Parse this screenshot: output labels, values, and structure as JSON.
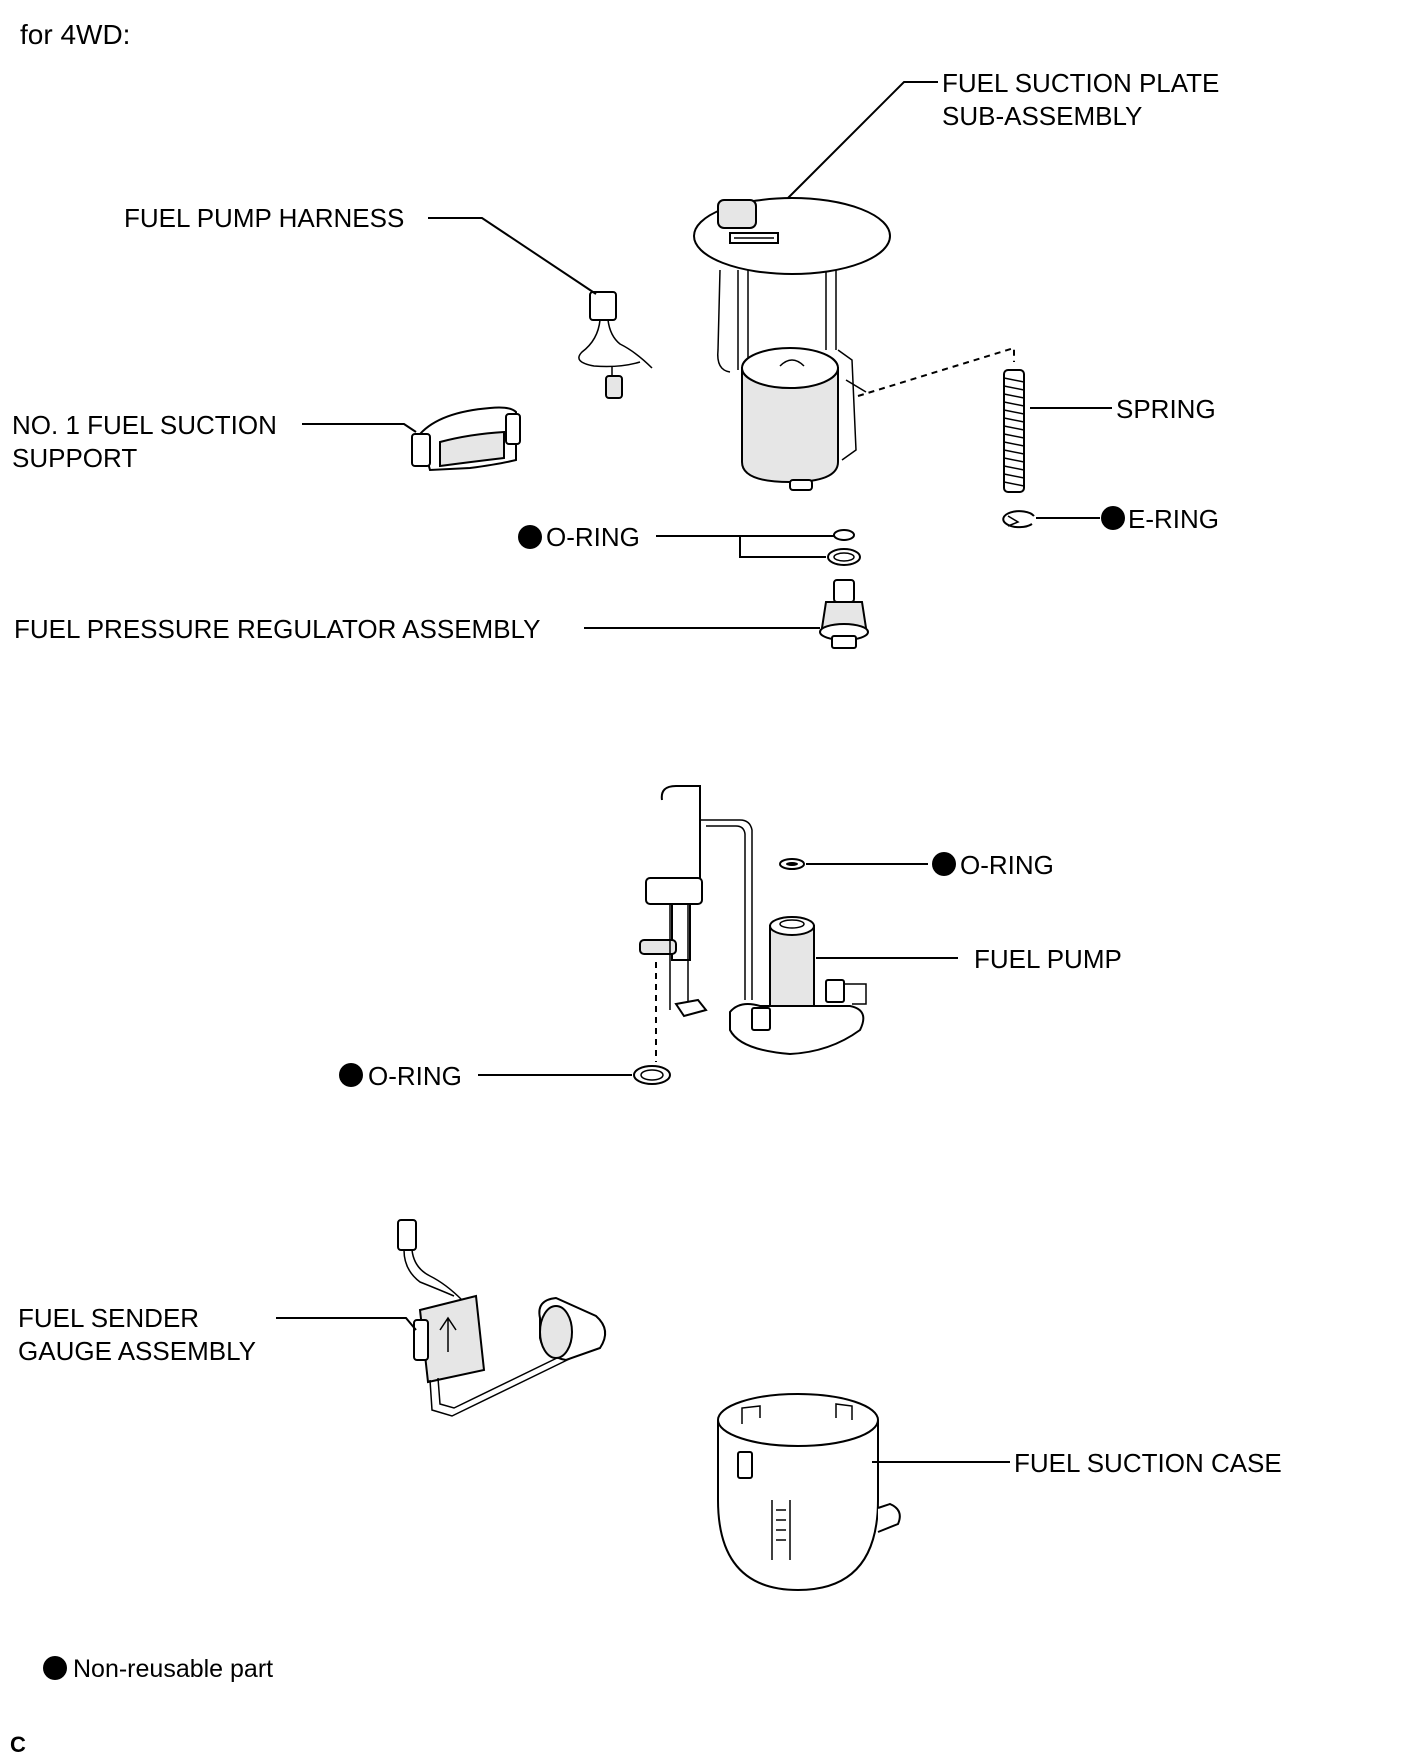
{
  "heading": "for 4WD:",
  "labels": {
    "fuel_suction_plate_line1": "FUEL SUCTION PLATE",
    "fuel_suction_plate_line2": "SUB-ASSEMBLY",
    "fuel_pump_harness": "FUEL PUMP HARNESS",
    "spring": "SPRING",
    "support_line1": "NO. 1 FUEL SUCTION",
    "support_line2": "SUPPORT",
    "e_ring": "E-RING",
    "o_ring_upper": "O-RING",
    "fuel_pressure_regulator": "FUEL PRESSURE REGULATOR ASSEMBLY",
    "o_ring_pump": "O-RING",
    "fuel_pump": "FUEL PUMP",
    "o_ring_lower": "O-RING",
    "sender_line1": "FUEL SENDER",
    "sender_line2": "GAUGE ASSEMBLY",
    "fuel_suction_case": "FUEL SUCTION CASE"
  },
  "legend": {
    "non_reusable": "Non-reusable part"
  },
  "figure_code": "C",
  "colors": {
    "ink": "#000000",
    "paper": "#ffffff",
    "shade": "#e6e6e6"
  }
}
